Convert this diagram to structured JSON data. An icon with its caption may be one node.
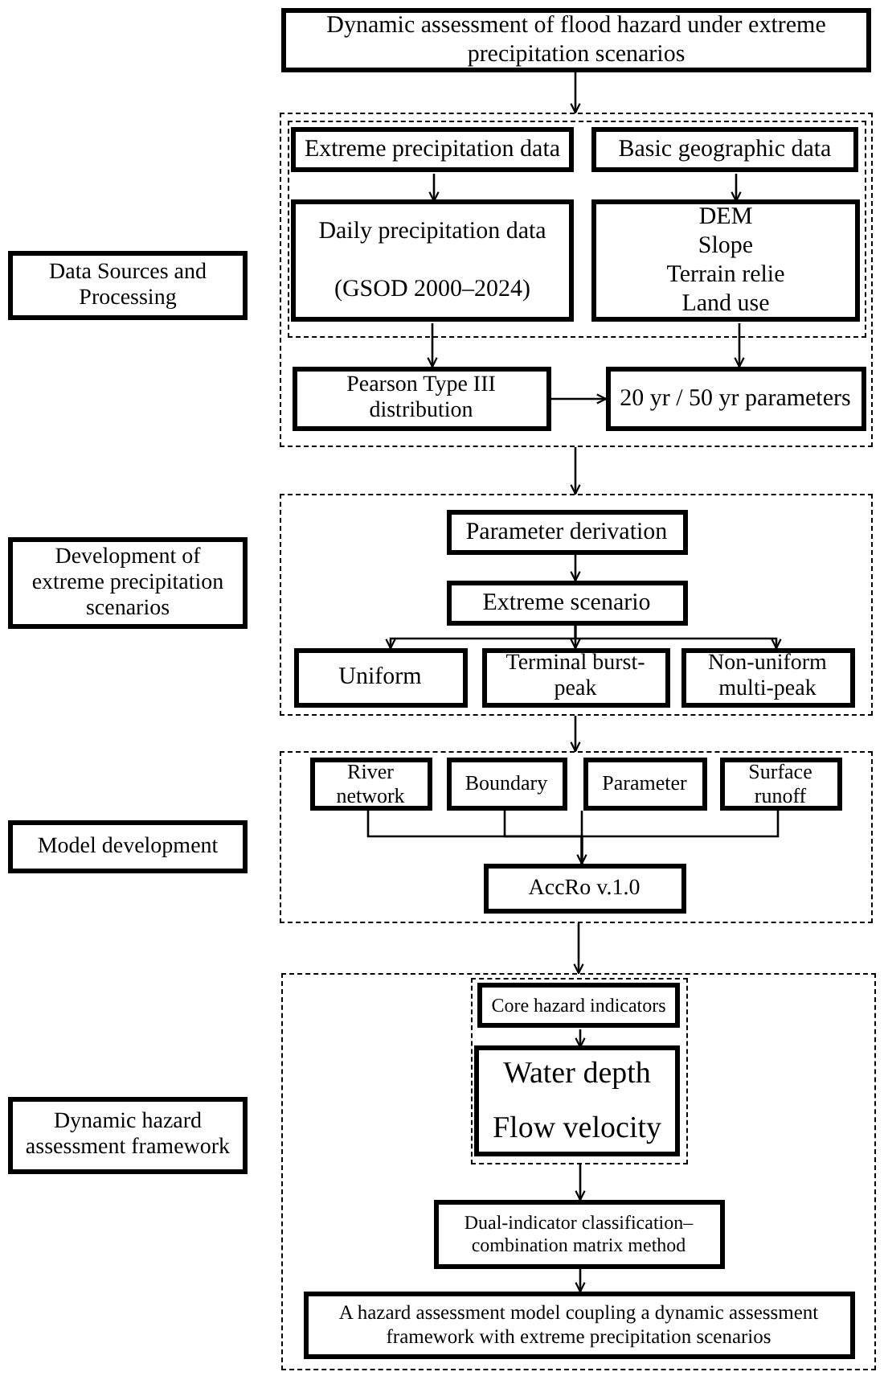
{
  "diagram": {
    "nodes": [
      {
        "text": [
          "Dynamic assessment of flood hazard under extreme precipitation scenarios"
        ]
      },
      {
        "text": [],
        "shape": "box"
      },
      {
        "text": [],
        "shape": "box",
        "in": 1
      },
      {
        "text": [
          "Extreme precipitation data"
        ],
        "in": 2
      },
      {
        "text": [
          "Basic geographic data"
        ],
        "in": 2
      },
      {
        "text": [
          "Daily precipitation data",
          "(GSOD 2000–2024)"
        ],
        "in": 2
      },
      {
        "text": [
          "DEM",
          "Slope",
          "Terrain relie",
          "Land use"
        ],
        "in": 2
      },
      {
        "text": [
          "Pearson Type III distribution"
        ],
        "in": 1
      },
      {
        "text": [
          "20 yr / 50 yr parameters"
        ],
        "in": 1
      },
      {
        "text": [],
        "shape": "box"
      },
      {
        "text": [
          "Parameter derivation"
        ],
        "in": 9
      },
      {
        "text": [
          "Extreme scenario"
        ],
        "in": 9
      },
      {
        "text": [
          "Uniform"
        ],
        "in": 9
      },
      {
        "text": [
          "Terminal burst-peak"
        ],
        "in": 9
      },
      {
        "text": [
          "Non-uniform multi-peak"
        ],
        "in": 9
      },
      {
        "text": [],
        "shape": "box"
      },
      {
        "text": [
          "River network"
        ],
        "in": 15
      },
      {
        "text": [
          "Boundary"
        ],
        "in": 15
      },
      {
        "text": [
          "Parameter"
        ],
        "in": 15
      },
      {
        "text": [
          "Surface runoff"
        ],
        "in": 15
      },
      {
        "text": [
          "AccRo v.1.0"
        ],
        "in": 15
      },
      {
        "text": [],
        "shape": "box"
      },
      {
        "text": [],
        "shape": "box",
        "in": 21
      },
      {
        "text": [
          "Core hazard indicators"
        ],
        "in": 22
      },
      {
        "text": [
          "Water depth",
          "Flow velocity"
        ],
        "in": 22
      },
      {
        "text": [
          "Dual-indicator classification–combination matrix method"
        ],
        "in": 21
      },
      {
        "text": [
          "A hazard assessment model coupling a dynamic assessment framework with extreme precipitation scenarios"
        ],
        "in": 21
      },
      {
        "text": [
          "Data Sources and Processing"
        ]
      },
      {
        "text": [
          "Development of extreme precipitation scenarios"
        ]
      },
      {
        "text": [
          "Model development"
        ]
      },
      {
        "text": [
          "Dynamic hazard assessment framework"
        ]
      }
    ],
    "edges": [
      {
        "from": 0,
        "to": 1,
        "arrow": "to"
      },
      {
        "from": 3,
        "to": 5,
        "arrow": "to"
      },
      {
        "from": 4,
        "to": 6,
        "arrow": "to"
      },
      {
        "from": 5,
        "to": 7,
        "arrow": "to"
      },
      {
        "from": 6,
        "to": 8,
        "arrow": "to"
      },
      {
        "from": 7,
        "to": 8,
        "arrow": "to"
      },
      {
        "from": 1,
        "to": 9,
        "arrow": "to"
      },
      {
        "from": 10,
        "to": 11,
        "arrow": "to"
      },
      {
        "from": 11,
        "to": 12,
        "arrow": "to"
      },
      {
        "from": 11,
        "to": 13,
        "arrow": "to"
      },
      {
        "from": 11,
        "to": 14,
        "arrow": "to"
      },
      {
        "from": 9,
        "to": 15,
        "arrow": "to"
      },
      {
        "from": 16,
        "to": 20,
        "arrow": "none"
      },
      {
        "from": 17,
        "to": 20,
        "arrow": "none"
      },
      {
        "from": 18,
        "to": 20,
        "arrow": "to"
      },
      {
        "from": 19,
        "to": 20,
        "arrow": "none"
      },
      {
        "from": 15,
        "to": 21,
        "arrow": "to"
      },
      {
        "from": 23,
        "to": 24,
        "arrow": "to"
      },
      {
        "from": 22,
        "to": 25,
        "arrow": "to"
      },
      {
        "from": 25,
        "to": 26,
        "arrow": "to"
      }
    ]
  }
}
